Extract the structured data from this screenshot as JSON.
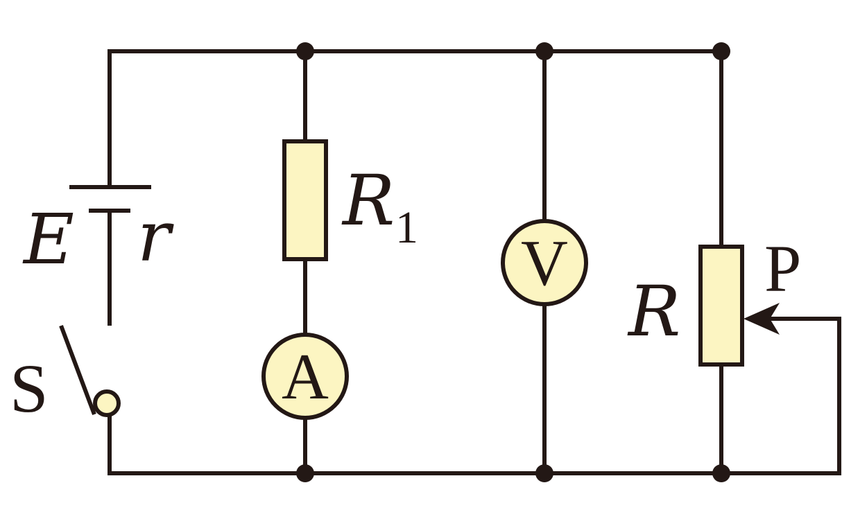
{
  "colors": {
    "ink": "#231815",
    "component_fill": "#fcf5c2"
  },
  "labels": {
    "emf": "E",
    "internal_resistance": "r",
    "switch": "S",
    "resistor_1_letter": "R",
    "resistor_1_subscript": "1",
    "ammeter": "A",
    "voltmeter": "V",
    "rheostat": "R",
    "slider": "P"
  }
}
